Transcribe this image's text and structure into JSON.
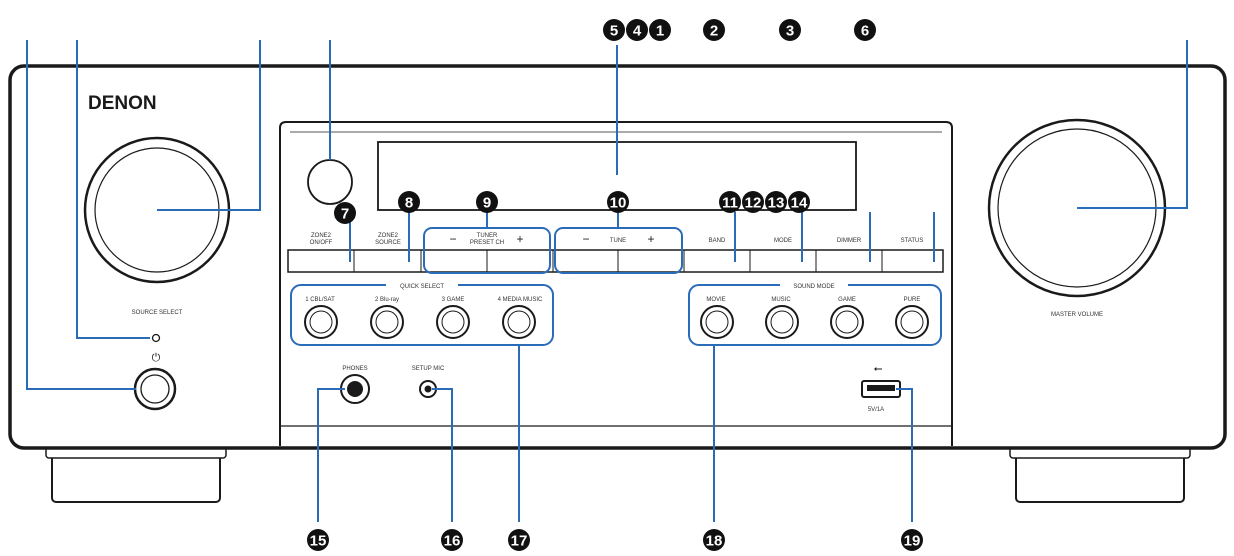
{
  "brand": "DENON",
  "labels": {
    "source_select": "SOURCE SELECT",
    "master_volume": "MASTER VOLUME",
    "zone2_onoff_1": "ZONE2",
    "zone2_onoff_2": "ON/OFF",
    "zone2_source_1": "ZONE2",
    "zone2_source_2": "SOURCE",
    "tuner_1": "TUNER",
    "tuner_2": "PRESET CH",
    "tune": "TUNE",
    "minus": "−",
    "plus": "+",
    "band": "BAND",
    "mode": "MODE",
    "dimmer": "DIMMER",
    "status": "STATUS",
    "quick_select": "QUICK SELECT",
    "qs1": "1 CBL/SAT",
    "qs2": "2 Blu-ray",
    "qs3": "3 GAME",
    "qs4": "4 MEDIA MUSIC",
    "sound_mode": "SOUND MODE",
    "sm1": "MOVIE",
    "sm2": "MUSIC",
    "sm3": "GAME",
    "sm4": "PURE",
    "phones": "PHONES",
    "setup_mic": "SETUP MIC",
    "usb_rating": "5V/1A",
    "power_symbol": "⏻",
    "usb_symbol": "⭠"
  },
  "callouts": {
    "n1": "1",
    "n2": "2",
    "n3": "3",
    "n4": "4",
    "n5": "5",
    "n6": "6",
    "n7": "7",
    "n8": "8",
    "n9": "9",
    "n10": "10",
    "n11": "11",
    "n12": "12",
    "n13": "13",
    "n14": "14",
    "n15": "15",
    "n16": "16",
    "n17": "17",
    "n18": "18",
    "n19": "19"
  },
  "colors": {
    "callout_line": "#2b6cb8",
    "panel_outline": "#1a1a1a",
    "callout_badge": "#111111"
  }
}
